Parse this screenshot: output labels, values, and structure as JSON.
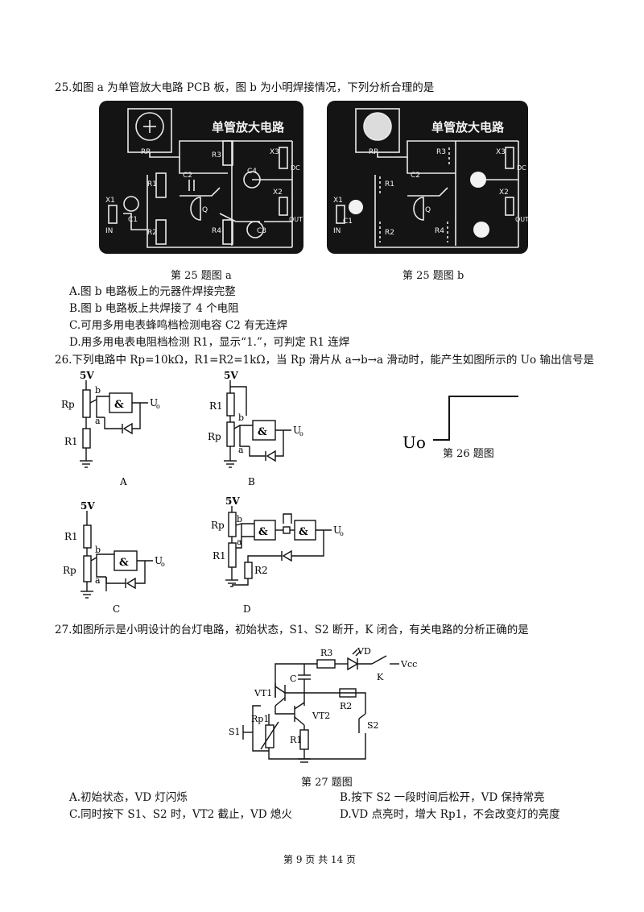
{
  "q25": {
    "stem": "25.如图 a 为单管放大电路 PCB 板，图 b 为小明焊接情况，下列分析合理的是",
    "board_title": "单管放大电路",
    "labels": {
      "rp": "RP",
      "r1": "R1",
      "r2": "R2",
      "r3": "R3",
      "r4": "R4",
      "c1": "C1",
      "c2": "C2",
      "c3": "C3",
      "c4": "C4",
      "q": "Q",
      "x1": "X1",
      "x2": "X2",
      "x3": "X3",
      "in": "IN",
      "out": "OUT",
      "dc": "DC"
    },
    "caption_a": "第 25 题图 a",
    "caption_b": "第 25 题图 b",
    "options": [
      "A.图 b 电路板上的元器件焊接完整",
      "B.图 b 电路板上共焊接了 4 个电阻",
      "C.可用多用电表蜂鸣档检测电容 C2 有无连焊",
      "D.用多用电表电阻档检测 R1，显示“1.”，可判定 R1 连焊"
    ]
  },
  "q26": {
    "stem": "26.下列电路中 Rp=10kΩ，R1=R2=1kΩ，当 Rp 滑片从 a→b→a 滑动时，能产生如图所示的 Uo 输出信号是",
    "labels": {
      "v5": "5V",
      "rp": "Rp",
      "r1": "R1",
      "r2": "R2",
      "a": "a",
      "b": "b",
      "gate": "&",
      "uo": "U",
      "uo_sub": "o"
    },
    "option_letters": [
      "A",
      "B",
      "C",
      "D"
    ],
    "wave_label": "Uo",
    "caption": "第 26 题图"
  },
  "q27": {
    "stem": "27.如图所示是小明设计的台灯电路，初始状态，S1、S2 断开，K 闭合，有关电路的分析正确的是",
    "labels": {
      "r3": "R3",
      "vd": "VD",
      "vcc": "Vcc",
      "k": "K",
      "c": "C",
      "vt1": "VT1",
      "vt2": "VT2",
      "r2": "R2",
      "s1": "S1",
      "s2": "S2",
      "rp1": "Rp1",
      "r1": "R1"
    },
    "caption": "第 27 题图",
    "options": [
      "A.初始状态，VD 灯闪烁",
      "B.按下 S2 一段时间后松开，VD 保持常亮",
      "C.同时按下 S1、S2 时，VT2 截止，VD 熄火",
      "D.VD 点亮时，增大 Rp1，不会改变灯的亮度"
    ]
  },
  "footer": "第 9 页 共 14 页"
}
